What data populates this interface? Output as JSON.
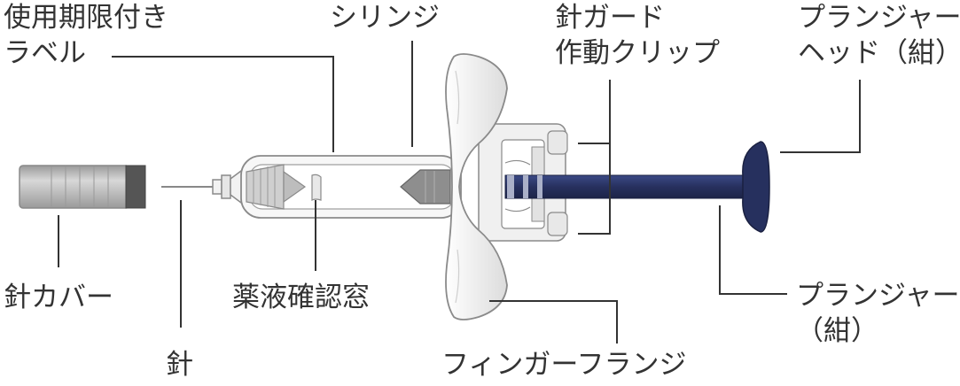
{
  "labels": {
    "expiry_label": [
      "使用期限付き",
      "ラベル"
    ],
    "syringe": [
      "シリンジ"
    ],
    "needle_guard_clip": [
      "針ガード",
      "作動クリップ"
    ],
    "plunger_head": [
      "プランジャー",
      "ヘッド（紺）"
    ],
    "needle_cover": [
      "針カバー"
    ],
    "drug_window": [
      "薬液確認窓"
    ],
    "needle": [
      "針"
    ],
    "finger_flange": [
      "フィンガーフランジ"
    ],
    "plunger_rod": [
      "プランジャー",
      "（紺）"
    ]
  },
  "colors": {
    "text": "#333333",
    "leader_line": "#333333",
    "outline": "#8a8a8a",
    "plunger_navy": "#2a3566",
    "needle_cover_gray": "#c4c4c4",
    "needle_cover_dark": "#555555",
    "flange_fill": "#f2f2f2"
  }
}
